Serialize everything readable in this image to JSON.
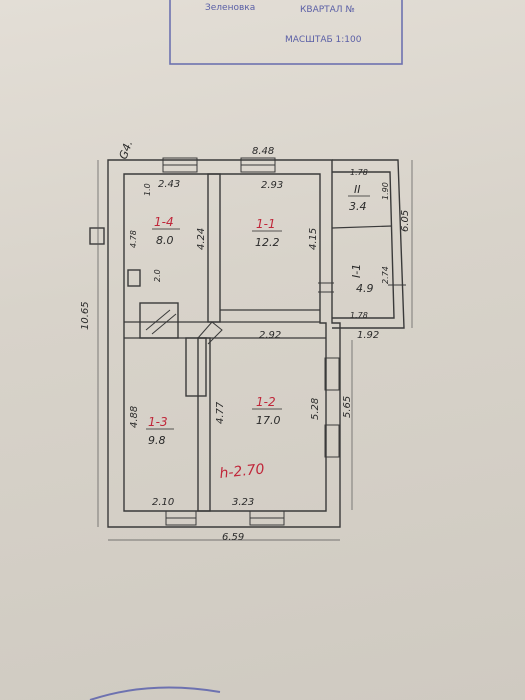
{
  "stamp": {
    "line1": "Зеленовка",
    "line2": "КВАРТАЛ №",
    "scale": "МАСШТАБ 1:100"
  },
  "corner_mark": "G4.",
  "dimensions": {
    "top_total": "8.48",
    "left_total": "10.65",
    "bottom_total": "6.59",
    "right_bottom": "5.65",
    "kitchen_width": "2.43",
    "living_top_width": "2.93",
    "living_bottom_width": "2.92",
    "small_top_width": "1.78",
    "small_mid_width": "1.78",
    "annex_bottom_width": "1.92",
    "right_top_height": "6.05",
    "small_top_height": "1.90",
    "small_mid_height": "2.74",
    "kitchen_left_height": "4.78",
    "kitchen_right_height": "4.24",
    "living_right_height": "4.15",
    "room3_height": "4.88",
    "room3_width": "2.10",
    "room2_left_height": "4.77",
    "room2_right_height": "5.28",
    "room2_width": "3.23",
    "stove_note": "2.0",
    "stove_note2": "1.0"
  },
  "rooms": [
    {
      "id": "1-4",
      "area": "8.0"
    },
    {
      "id": "1-1",
      "area": "12.2"
    },
    {
      "id": "II",
      "area": "3.4"
    },
    {
      "id": "I-1",
      "area": "4.9"
    },
    {
      "id": "1-3",
      "area": "9.8"
    },
    {
      "id": "1-2",
      "area": "17.0"
    }
  ],
  "height_note": "h-2.70",
  "colors": {
    "red_ink": "#c0273a",
    "stamp_ink": "#5a5fa6",
    "pencil": "#2a2a2a"
  }
}
